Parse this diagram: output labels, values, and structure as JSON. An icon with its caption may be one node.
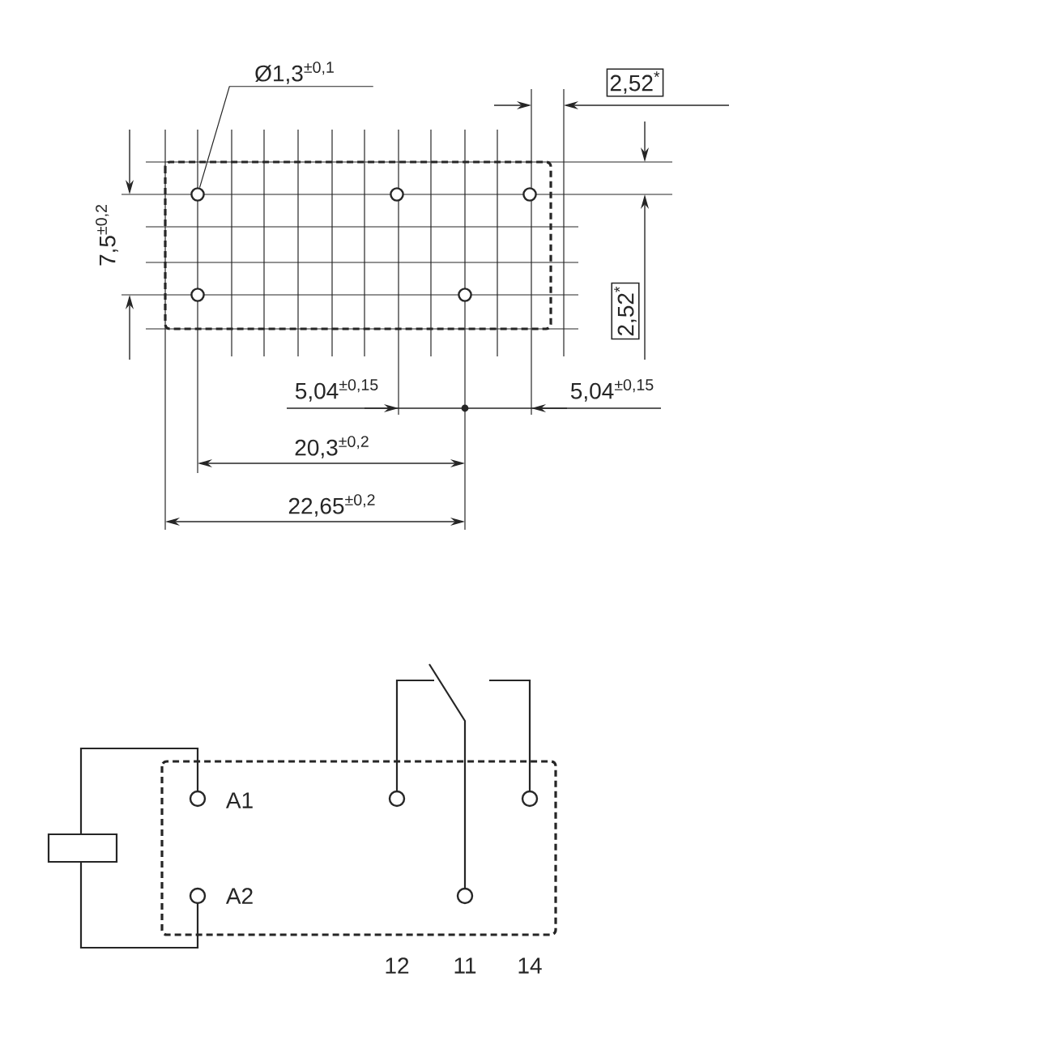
{
  "diagram": {
    "nodes": [
      {
        "text": [
          "Ø1,3$^{±0,1}$"
        ]
      },
      {
        "text": [],
        "shape": "circle"
      }
    ],
    "edges": [
      {
        "from": 0,
        "to": 1,
        "arrow": "none"
      }
    ],
    "labels": [
      "2,52$^{*}$",
      "7,5$^{±0,2}$",
      "2,52$^{*}$",
      "5,04$^{±0,15}$",
      "5,04$^{±0,15}$",
      "20,3$^{±0,2}$",
      "22,65$^{±0,2}$",
      "A1",
      "A2",
      "12",
      "11",
      "14"
    ]
  }
}
